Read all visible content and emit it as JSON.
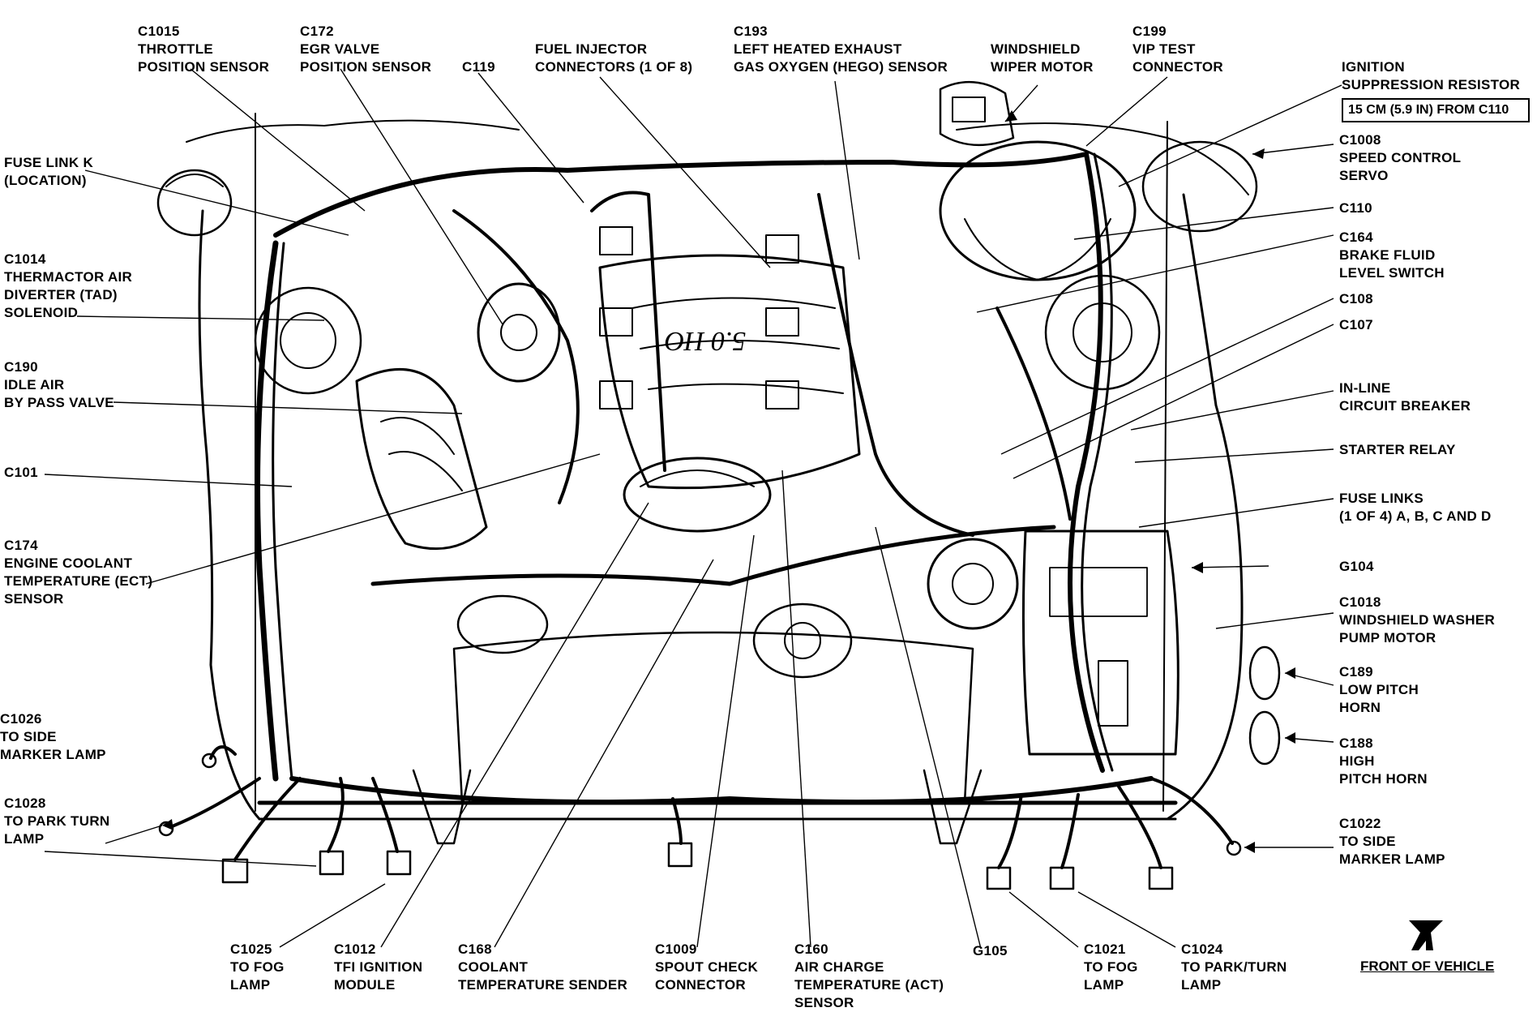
{
  "labels": [
    {
      "id": "c1015",
      "lines": [
        "C1015",
        "THROTTLE",
        "POSITION SENSOR"
      ]
    },
    {
      "id": "c172",
      "lines": [
        "C172",
        "EGR VALVE",
        "POSITION SENSOR"
      ]
    },
    {
      "id": "c119",
      "lines": [
        "C119"
      ]
    },
    {
      "id": "fuel-injector",
      "lines": [
        "FUEL INJECTOR",
        "CONNECTORS (1 OF 8)"
      ]
    },
    {
      "id": "c193",
      "lines": [
        "C193",
        "LEFT HEATED EXHAUST",
        "GAS OXYGEN (HEGO) SENSOR"
      ]
    },
    {
      "id": "wiper",
      "lines": [
        "WINDSHIELD",
        "WIPER MOTOR"
      ]
    },
    {
      "id": "c199",
      "lines": [
        "C199",
        "VIP TEST",
        "CONNECTOR"
      ]
    },
    {
      "id": "ignition",
      "lines": [
        "IGNITION",
        "SUPPRESSION RESISTOR"
      ]
    },
    {
      "id": "fuse-link-k",
      "lines": [
        "FUSE LINK K",
        "(LOCATION)"
      ]
    },
    {
      "id": "c1014",
      "lines": [
        "C1014",
        "THERMACTOR AIR",
        "DIVERTER (TAD)",
        "SOLENOID"
      ]
    },
    {
      "id": "c190",
      "lines": [
        "C190",
        "IDLE AIR",
        "BY PASS VALVE"
      ]
    },
    {
      "id": "c101",
      "lines": [
        "C101"
      ]
    },
    {
      "id": "c174",
      "lines": [
        "C174",
        "ENGINE COOLANT",
        "TEMPERATURE (ECT)",
        "SENSOR"
      ]
    },
    {
      "id": "c1026",
      "lines": [
        "C1026",
        "TO SIDE",
        "MARKER LAMP"
      ]
    },
    {
      "id": "c1028",
      "lines": [
        "C1028",
        "TO PARK TURN",
        "LAMP"
      ]
    },
    {
      "id": "c1008",
      "lines": [
        "C1008",
        "SPEED CONTROL",
        "SERVO"
      ]
    },
    {
      "id": "c110",
      "lines": [
        "C110"
      ]
    },
    {
      "id": "c164",
      "lines": [
        "C164",
        "BRAKE FLUID",
        "LEVEL SWITCH"
      ]
    },
    {
      "id": "c108",
      "lines": [
        "C108"
      ]
    },
    {
      "id": "c107",
      "lines": [
        "C107"
      ]
    },
    {
      "id": "inline-breaker",
      "lines": [
        "IN-LINE",
        "CIRCUIT BREAKER"
      ]
    },
    {
      "id": "starter-relay",
      "lines": [
        "STARTER RELAY"
      ]
    },
    {
      "id": "fuse-links",
      "lines": [
        "FUSE LINKS",
        "(1 OF 4) A, B, C AND D"
      ]
    },
    {
      "id": "g104",
      "lines": [
        "G104"
      ]
    },
    {
      "id": "c1018",
      "lines": [
        "C1018",
        "WINDSHIELD WASHER",
        "PUMP MOTOR"
      ]
    },
    {
      "id": "c189",
      "lines": [
        "C189",
        "LOW PITCH",
        "HORN"
      ]
    },
    {
      "id": "c188",
      "lines": [
        "C188",
        "HIGH",
        "PITCH HORN"
      ]
    },
    {
      "id": "c1022",
      "lines": [
        "C1022",
        "TO SIDE",
        "MARKER LAMP"
      ]
    },
    {
      "id": "c1025",
      "lines": [
        "C1025",
        "TO FOG",
        "LAMP"
      ]
    },
    {
      "id": "c1012",
      "lines": [
        "C1012",
        "TFI IGNITION",
        "MODULE"
      ]
    },
    {
      "id": "c168",
      "lines": [
        "C168",
        "COOLANT",
        "TEMPERATURE SENDER"
      ]
    },
    {
      "id": "c1009",
      "lines": [
        "C1009",
        "SPOUT CHECK",
        "CONNECTOR"
      ]
    },
    {
      "id": "c160",
      "lines": [
        "C160",
        "AIR CHARGE",
        "TEMPERATURE (ACT)",
        "SENSOR"
      ]
    },
    {
      "id": "g105",
      "lines": [
        "G105"
      ]
    },
    {
      "id": "c1021",
      "lines": [
        "C1021",
        "TO FOG",
        "LAMP"
      ]
    },
    {
      "id": "c1024",
      "lines": [
        "C1024",
        "TO PARK/TURN",
        "LAMP"
      ]
    }
  ],
  "boxed_note": "15 CM (5.9 IN) FROM C110",
  "front_label": "FRONT OF VEHICLE"
}
